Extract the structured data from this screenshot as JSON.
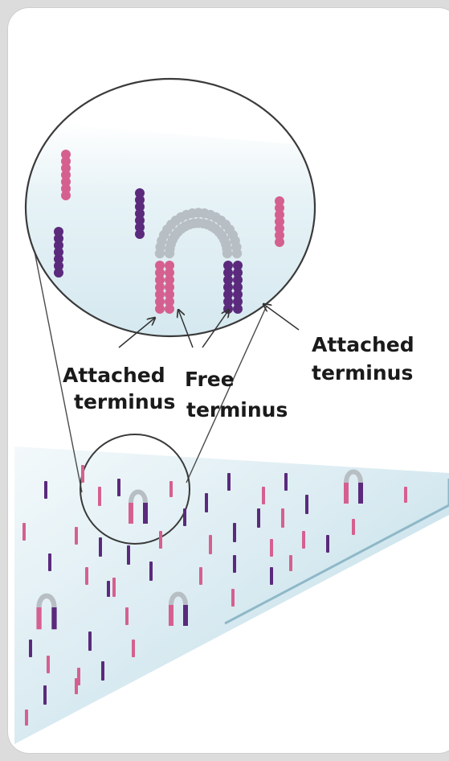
{
  "labels": {
    "attached_left_1": "Attached",
    "attached_left_2": "terminus",
    "free_1": "Free",
    "free_2": "terminus",
    "attached_right_1": "Attached",
    "attached_right_2": "terminus"
  },
  "colors": {
    "pink": "#d5608f",
    "purple": "#5b2a7c",
    "gray": "#b8bfc4",
    "surface_light": "#eef6f9",
    "surface_dark": "#a9cfdd",
    "outline": "#4a4a4a"
  }
}
